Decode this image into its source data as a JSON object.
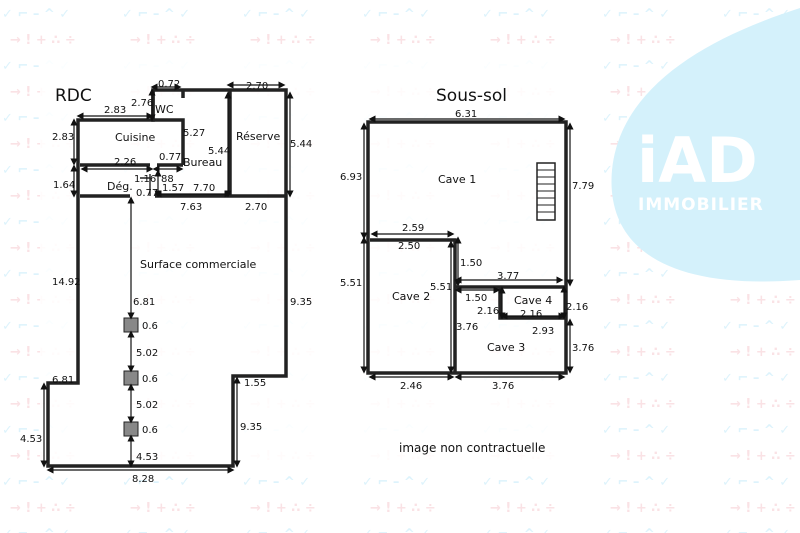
{
  "colors": {
    "logo_blob": "#d4f1fb",
    "pattern_blue": "#cfeefa",
    "pattern_pink": "#f8d6da",
    "ink": "#111111"
  },
  "logo": {
    "brand": "iAD",
    "subtitle": "IMMOBILIER"
  },
  "rdc": {
    "title": "RDC",
    "rooms": {
      "wc": "WC",
      "cuisine": "Cuisine",
      "reserve": "Réserve",
      "bureau": "Bureau",
      "deg": "Dég.",
      "surface": "Surface commerciale"
    },
    "dims": {
      "wc_width": "0.72",
      "reserve_top": "2.70",
      "cuisine_top": "2.83",
      "wc_height": "2.76",
      "cuisine_left": "2.83",
      "bureau_height": "5.27",
      "bureau_arrow": "5.44",
      "reserve_right": "5.44",
      "cuisine_bottom": "2.26",
      "bureau_small": "0.77",
      "deg_left": "1.64",
      "deg_small": "1.16",
      "deg_small2": "88",
      "deg_bottom": "0.77",
      "bureau_h2": "1.57",
      "bureau_width": "7.70",
      "main_top": "7.63",
      "reserve_bottom": "2.70",
      "main_left": "14.92",
      "main_right": "9.35",
      "pillar_gap1": "6.81",
      "pillar1": "0.6",
      "pillar_gap2": "5.02",
      "pillar2": "0.6",
      "pillar_gap3": "5.02",
      "pillar3": "0.6",
      "pillar_gap4": "4.53",
      "left_lower": "6.81",
      "step": "1.55",
      "right_lower": "9.35",
      "left_bottom": "4.53",
      "bottom": "8.28"
    }
  },
  "sous_sol": {
    "title": "Sous-sol",
    "rooms": {
      "cave1": "Cave 1",
      "cave2": "Cave 2",
      "cave3": "Cave 3",
      "cave4": "Cave 4"
    },
    "dims": {
      "top": "6.31",
      "left_upper": "6.93",
      "right": "7.79",
      "cave2_top": "2.59",
      "cave2_inner": "2.50",
      "cave2_arrow": "1.50",
      "cave1_low": "3.77",
      "left_lower": "5.51",
      "cave2_right": "5.51",
      "cave4_left_w": "1.50",
      "cave4_left_h": "2.16",
      "cave4_w": "2.16",
      "cave4_right": "2.16",
      "cave3_top": "2.93",
      "cave3_left": "3.76",
      "cave3_right": "3.76",
      "bottom_left": "2.46",
      "bottom_right": "3.76"
    }
  },
  "note": "image non contractuelle"
}
